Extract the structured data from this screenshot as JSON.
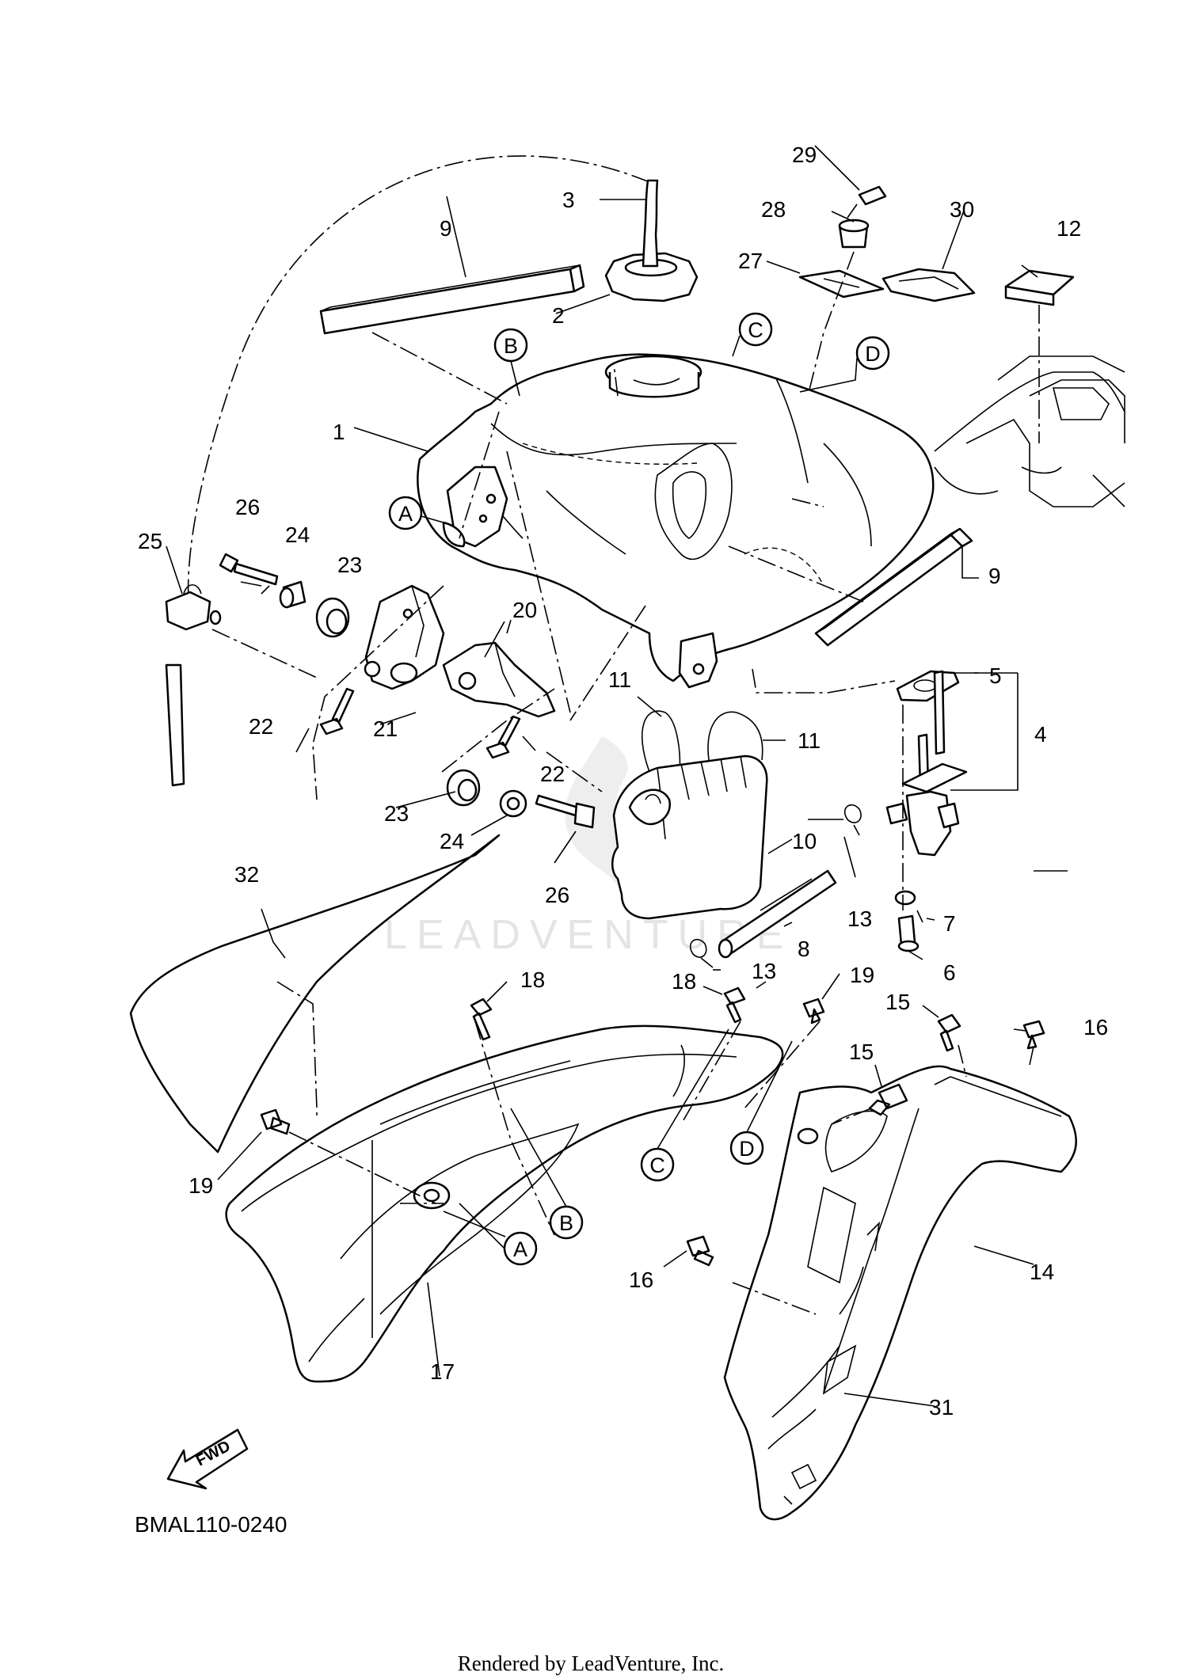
{
  "watermark": "LEADVENTURE",
  "diagram_code": "BMAL110-0240",
  "footer": "Rendered by LeadVenture, Inc.",
  "forward_label": "FWD",
  "callouts": {
    "A": "A",
    "B": "B",
    "C": "C",
    "D": "D"
  },
  "parts": {
    "p1": "1",
    "p2": "2",
    "p3": "3",
    "p4": "4",
    "p5": "5",
    "p6": "6",
    "p7": "7",
    "p8": "8",
    "p9": "9",
    "p10": "10",
    "p11": "11",
    "p12": "12",
    "p13": "13",
    "p14": "14",
    "p15": "15",
    "p16": "16",
    "p17": "17",
    "p18": "18",
    "p19": "19",
    "p20": "20",
    "p21": "21",
    "p22": "22",
    "p23": "23",
    "p24": "24",
    "p25": "25",
    "p26": "26",
    "p27": "27",
    "p28": "28",
    "p29": "29",
    "p30": "30",
    "p31": "31",
    "p32": "32"
  }
}
